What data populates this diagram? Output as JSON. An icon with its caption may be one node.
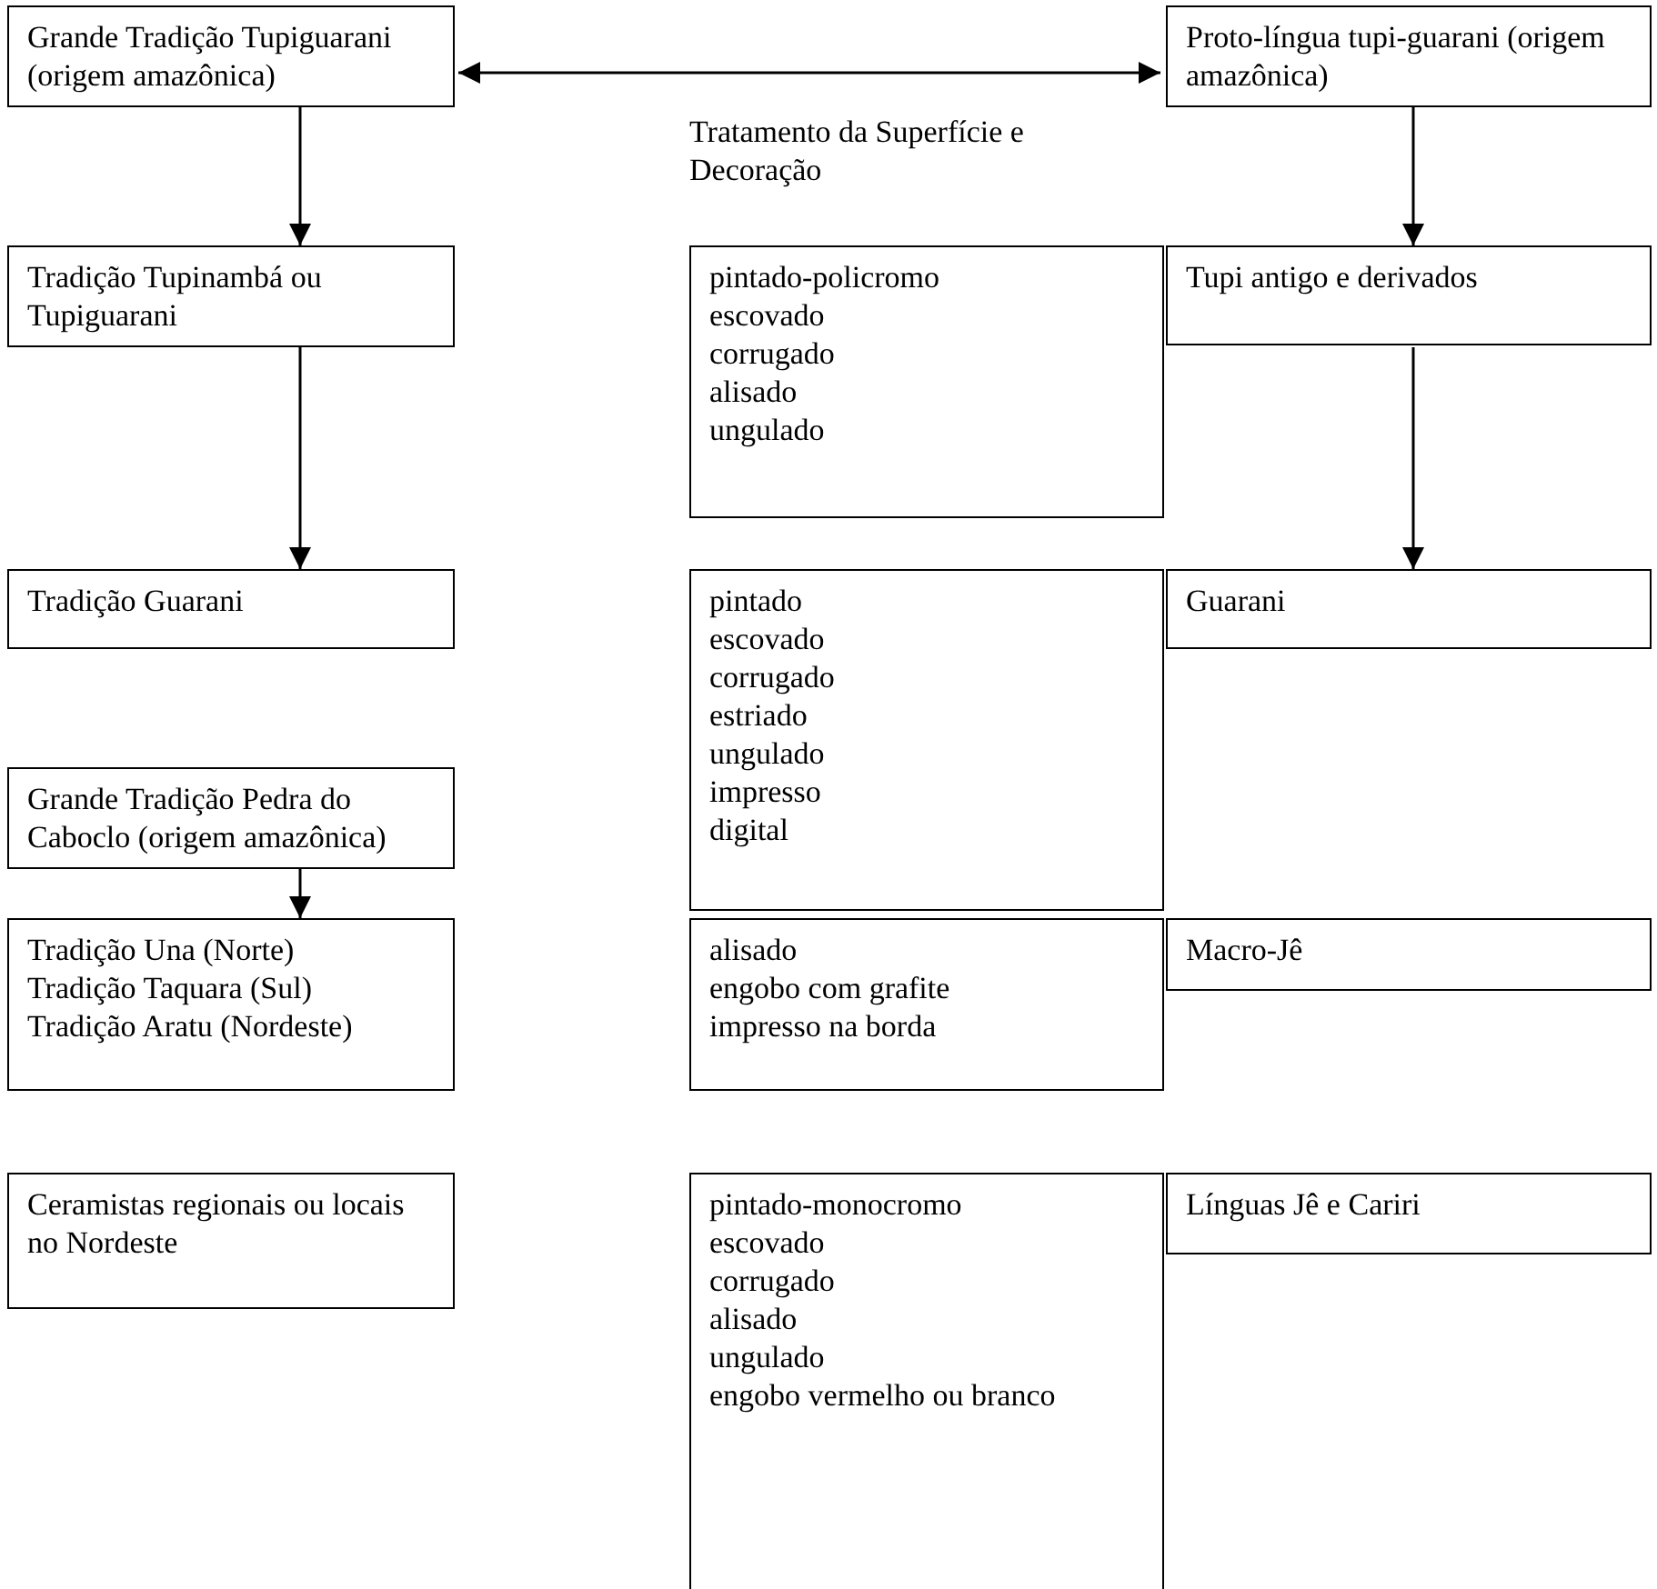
{
  "diagram": {
    "nodes": [
      {
        "text": [
          "Grande Tradição Tupiguarani (origem amazônica)"
        ]
      },
      {
        "text": [
          "Proto-língua tupi-guarani (origem amazônica)"
        ]
      },
      {
        "text": [
          "Tradição Tupinambá ou Tupiguarani"
        ]
      },
      {
        "text": [
          "pintado-policromo",
          "escovado",
          "corrugado",
          "alisado",
          "ungulado"
        ]
      },
      {
        "text": [
          "Tupi antigo e derivados"
        ]
      },
      {
        "text": [
          "Tradição Guarani"
        ]
      },
      {
        "text": [
          "pintado",
          "escovado",
          "corrugado",
          "estriado",
          "ungulado",
          "impresso",
          "digital"
        ]
      },
      {
        "text": [
          "Guarani"
        ]
      },
      {
        "text": [
          "Grande Tradição Pedra do Caboclo (origem amazônica)"
        ]
      },
      {
        "text": [
          "Tradição Una (Norte)",
          "Tradição Taquara (Sul)",
          "Tradição Aratu (Nordeste)"
        ]
      },
      {
        "text": [
          "alisado",
          "engobo com grafite",
          "impresso na borda"
        ]
      },
      {
        "text": [
          "Macro-Jê"
        ]
      },
      {
        "text": [
          "Ceramistas regionais ou locais no Nordeste"
        ]
      },
      {
        "text": [
          "pintado-monocromo",
          "escovado",
          "corrugado",
          "alisado",
          "ungulado",
          "engobo vermelho ou branco"
        ]
      },
      {
        "text": [
          "Línguas Jê e Cariri"
        ]
      }
    ],
    "edges": [
      {
        "from": 0,
        "to": 1,
        "arrow": "both"
      },
      {
        "from": 0,
        "to": 2,
        "arrow": "to"
      },
      {
        "from": 2,
        "to": 5,
        "arrow": "to"
      },
      {
        "from": 1,
        "to": 4,
        "arrow": "to"
      },
      {
        "from": 4,
        "to": 7,
        "arrow": "to"
      },
      {
        "from": 8,
        "to": 9,
        "arrow": "to"
      }
    ],
    "labels": [
      "Tratamento da Superfície e Decoração"
    ]
  }
}
